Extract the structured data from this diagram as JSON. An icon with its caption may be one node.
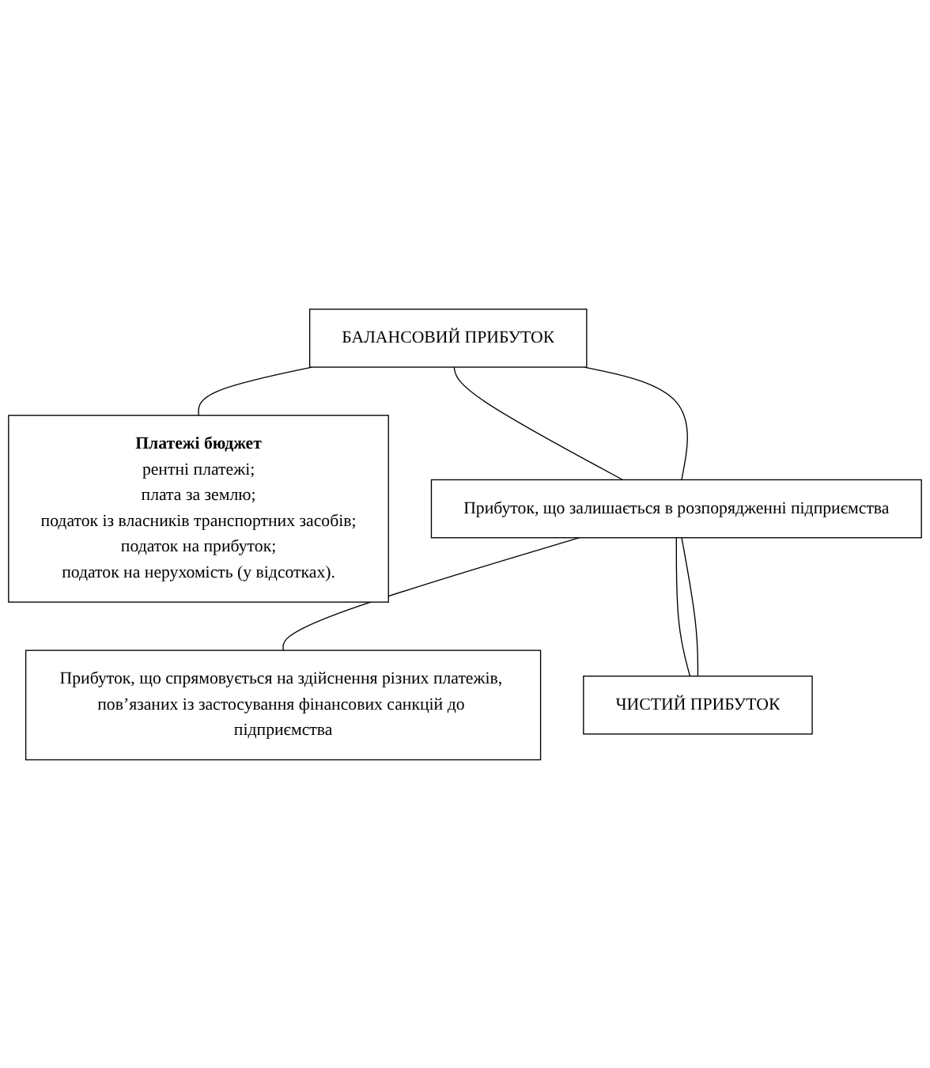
{
  "diagram": {
    "nodes": [
      {
        "text": [
          "БАЛАНСОВИЙ ПРИБУТОК"
        ]
      },
      {
        "text": [
          "Платежі  бюджет",
          "рентні платежі;",
          "плата за землю;",
          "податок із власників транспортних засобів;",
          "податок на прибуток;",
          "податок на нерухомість (у відсотках)."
        ]
      },
      {
        "text": [
          "Прибуток, що залишається в розпорядженні підприємства"
        ]
      },
      {
        "text": [
          "Прибуток, що спрямовується на здійснення різних платежів, пов’язаних із застосування фінансових санкцій до підприємства"
        ]
      },
      {
        "text": [
          "ЧИСТИЙ ПРИБУТОК"
        ]
      }
    ],
    "edges": [
      {
        "from": 0,
        "to": 1,
        "arrow": "none"
      },
      {
        "from": 0,
        "to": 2,
        "arrow": "none"
      },
      {
        "from": 0,
        "to": 2,
        "arrow": "none"
      },
      {
        "from": 2,
        "to": 3,
        "arrow": "none"
      },
      {
        "from": 2,
        "to": 4,
        "arrow": "none"
      },
      {
        "from": 2,
        "to": 4,
        "arrow": "none"
      }
    ]
  }
}
